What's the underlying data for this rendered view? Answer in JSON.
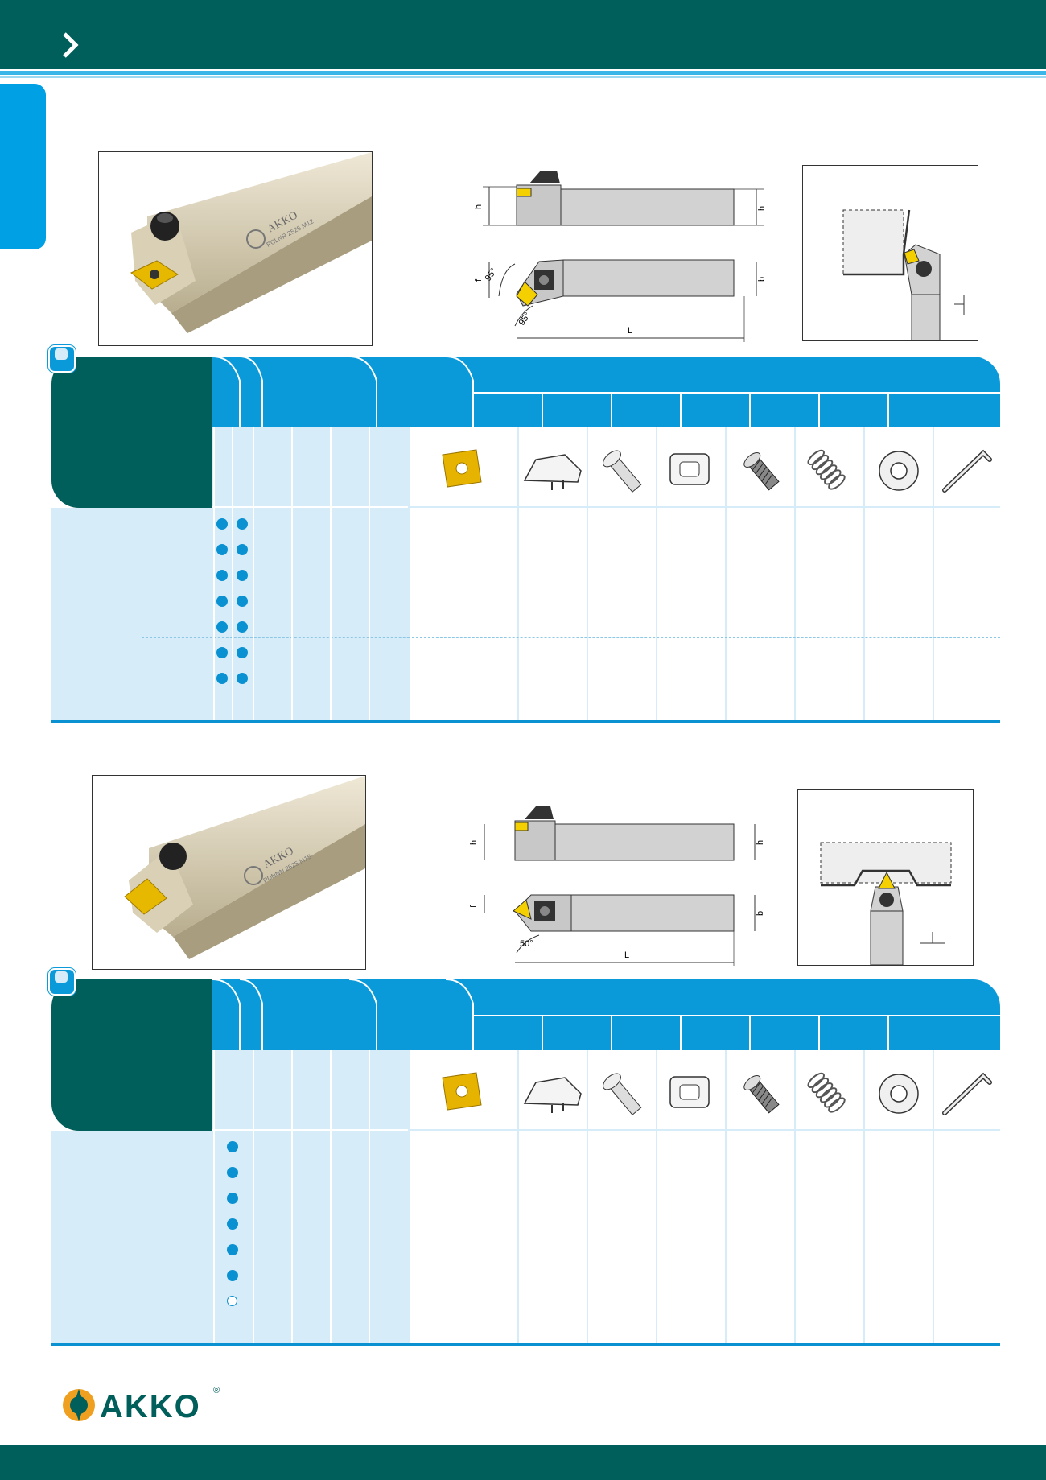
{
  "header": {
    "arrow_icon": "chevron-right-icon",
    "bg": "#005e5b",
    "accent": "#39b5e8"
  },
  "brand": {
    "name": "AKKO",
    "registered": "®"
  },
  "section1": {
    "photo_engraving": "AKKO",
    "photo_code": "PCLNR 2525 M12",
    "dims": {
      "h_left": "h",
      "h_right": "h",
      "f": "f",
      "b": "b",
      "L": "L",
      "angle1": "95°",
      "angle2": "95°"
    },
    "rows_per_group": [
      5,
      2
    ],
    "col_icons": [
      "insert-icon",
      "clamp-icon",
      "screw-icon",
      "shim-icon",
      "shim-screw-icon",
      "spring-icon",
      "washer-icon",
      "hex-key-icon"
    ]
  },
  "section2": {
    "photo_engraving": "AKKO",
    "photo_code": "PDNNN 2525 M15",
    "dims": {
      "h_left": "h",
      "h_right": "h",
      "f": "f",
      "b": "b",
      "L": "L",
      "angle1": "50°"
    },
    "rows_per_group": [
      4,
      3
    ],
    "col_icons": [
      "insert-icon",
      "clamp-icon",
      "screw-icon",
      "shim-icon",
      "shim-screw-icon",
      "spring-icon",
      "washer-icon",
      "hex-key-icon"
    ]
  },
  "colors": {
    "dark_teal": "#005e5b",
    "blue": "#0a9ad9",
    "light_blue": "#d6ecf8",
    "insert_yellow": "#f2c200"
  }
}
